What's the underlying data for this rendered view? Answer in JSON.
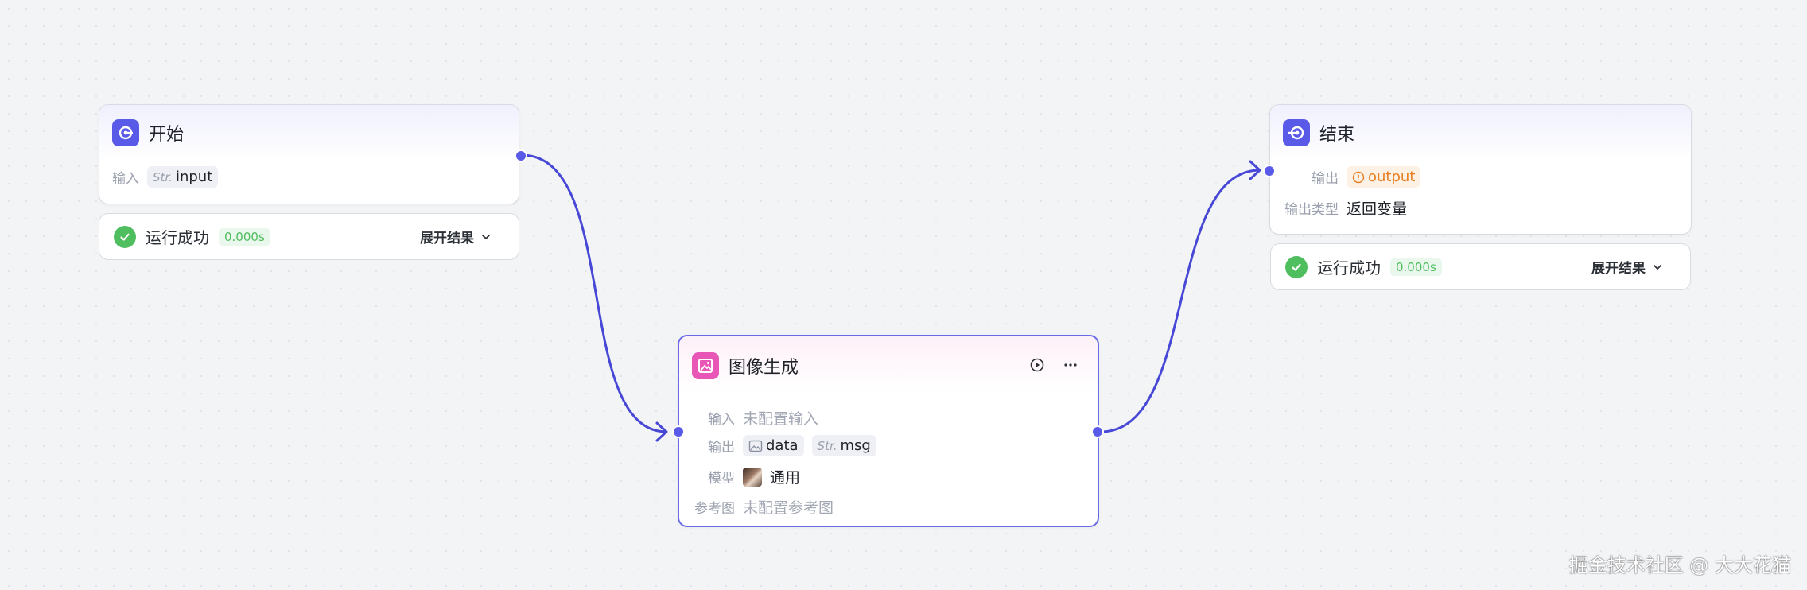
{
  "start_node": {
    "title": "开始",
    "input_label": "输入",
    "input_type": "Str.",
    "input_name": "input",
    "status": {
      "text": "运行成功",
      "time": "0.000s",
      "expand": "展开结果"
    }
  },
  "image_node": {
    "title": "图像生成",
    "input_label": "输入",
    "input_value": "未配置输入",
    "output_label": "输出",
    "outputs": [
      {
        "type_icon": "image-icon",
        "name": "data"
      },
      {
        "type": "Str.",
        "name": "msg"
      }
    ],
    "model_label": "模型",
    "model_value": "通用",
    "ref_label": "参考图",
    "ref_value": "未配置参考图"
  },
  "end_node": {
    "title": "结束",
    "output_label": "输出",
    "output_name": "output",
    "output_type_label": "输出类型",
    "output_type_value": "返回变量",
    "status": {
      "text": "运行成功",
      "time": "0.000s",
      "expand": "展开结果"
    }
  },
  "watermark": "掘金技术社区 @ 大大花猫",
  "colors": {
    "accent": "#5a5ae8",
    "pink": "#e857b6",
    "success": "#4fbe5e",
    "warning": "#e67e22"
  }
}
